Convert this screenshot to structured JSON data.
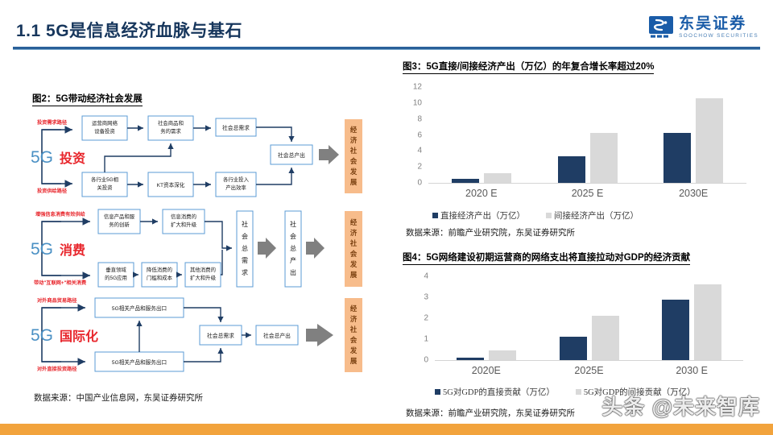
{
  "header": {
    "title": "1.1 5G是信息经济血脉与基石",
    "logo_cn": "东吴证券",
    "logo_en": "SOOCHOW SECURITIES",
    "accent_color": "#16365c",
    "rule_color": "#2a6099"
  },
  "figure2": {
    "caption": "图2：5G带动经济社会发展",
    "source": "数据来源：中国产业信息网，东吴证券研究所",
    "rows": [
      {
        "pillar": "5G",
        "pillar_label": "投资",
        "path_top": "投资需求路径",
        "path_bottom": "投资供给路径",
        "boxes": [
          "运营商网络设备投资",
          "社会商品和服务的需求",
          "社会总需求",
          "各行业5G相关投资",
          "KT资本深化",
          "各行业投入产出效率",
          "社会总产出"
        ],
        "outcome": "经济社会发展"
      },
      {
        "pillar": "5G",
        "pillar_label": "消费",
        "path_top": "增强信息消费有效供给",
        "path_bottom": "带动\"互联网+\"相关消费",
        "boxes": [
          "信息产品和服务的创新",
          "信息消费的扩大和升级",
          "垂直领域的5G应用",
          "降低消费的门槛和成本",
          "其他消费的扩大和升级",
          "社会总需求",
          "社会总产出"
        ],
        "outcome": "经济社会发展"
      },
      {
        "pillar": "5G",
        "pillar_label": "国际化",
        "path_top": "对外商品贸易路径",
        "path_bottom": "对外直接投资路径",
        "boxes": [
          "5G相关产品和服务出口",
          "5G相关产品和服务出口",
          "社会总需求",
          "社会总产出"
        ],
        "outcome": "经济社会发展"
      }
    ],
    "colors": {
      "pillar_5g": "#4a90c4",
      "pillar_label": "#e8262c",
      "path_label": "#e8262c",
      "box_border": "#5b9bd5",
      "arrow": "#1f3d64",
      "outcome_bg": "#f7bc8b",
      "outcome_text": "#7a4010",
      "gray_arrow": "#808080"
    }
  },
  "figure3": {
    "caption": "图3：5G直接/间接经济产出（万亿）的年复合增长率超过20%",
    "source": "数据来源：前瞻产业研究院，东吴证券研究所",
    "chart_data": {
      "type": "bar",
      "title": "图3：5G直接/间接经济产出（万亿）的年复合增长率超过20%",
      "categories": [
        "2020 E",
        "2025 E",
        "2030E"
      ],
      "series": [
        {
          "name": "直接经济产出（万亿）",
          "values": [
            0.5,
            3.3,
            6.3
          ],
          "color": "#1f3d64"
        },
        {
          "name": "间接经济产出（万亿）",
          "values": [
            1.2,
            6.3,
            10.6
          ],
          "color": "#d9d9d9"
        }
      ],
      "yticks": [
        0,
        2,
        4,
        6,
        8,
        10,
        12
      ],
      "ylim": [
        0,
        12
      ],
      "xlabel": "",
      "ylabel": "",
      "grid": false,
      "legend_position": "bottom"
    }
  },
  "figure4": {
    "caption": "图4：5G网络建设初期运营商的网络支出将直接拉动对GDP的经济贡献",
    "source": "数据来源：前瞻产业研究院，东吴证券研究所",
    "chart_data": {
      "type": "bar",
      "title": "图4：5G网络建设初期运营商的网络支出将直接拉动对GDP的经济贡献",
      "categories": [
        "2020E",
        "2025E",
        "2030 E"
      ],
      "series": [
        {
          "name": "5G对GDP的直接贡献（万亿）",
          "values": [
            0.1,
            1.1,
            2.9
          ],
          "color": "#1f3d64"
        },
        {
          "name": "5G对GDP的间接贡献（万亿）",
          "values": [
            0.45,
            2.1,
            3.6
          ],
          "color": "#d9d9d9"
        }
      ],
      "yticks": [
        0,
        1,
        2,
        3,
        4
      ],
      "ylim": [
        0,
        4
      ],
      "xlabel": "",
      "ylabel": "",
      "grid": false,
      "legend_position": "bottom"
    }
  },
  "watermark": {
    "text": "头条 @未来智库"
  },
  "footer": {
    "bar_color": "#f2a33c"
  }
}
